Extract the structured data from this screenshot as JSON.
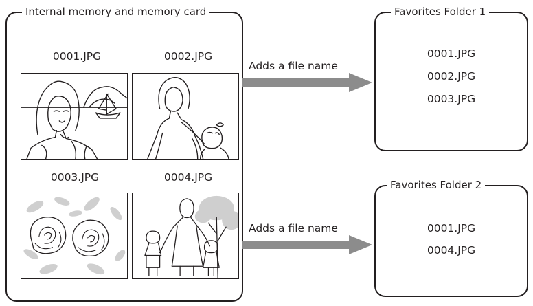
{
  "source": {
    "title": "Internal memory and memory card",
    "files": [
      {
        "name": "0001.JPG",
        "picture": "woman-portrait-with-sailboat-illustration"
      },
      {
        "name": "0002.JPG",
        "picture": "woman-with-child-illustration"
      },
      {
        "name": "0003.JPG",
        "picture": "roses-and-leaves-illustration"
      },
      {
        "name": "0004.JPG",
        "picture": "family-by-tree-illustration"
      }
    ]
  },
  "arrows": [
    {
      "label": "Adds a file name"
    },
    {
      "label": "Adds a file name"
    }
  ],
  "folders": [
    {
      "title": "Favorites Folder 1",
      "entries": [
        "0001.JPG",
        "0002.JPG",
        "0003.JPG"
      ]
    },
    {
      "title": "Favorites Folder 2",
      "entries": [
        "0001.JPG",
        "0004.JPG"
      ]
    }
  ],
  "colors": {
    "line": "#231f20",
    "arrow": "#8c8c8c",
    "flower": "#cfcfcf"
  }
}
